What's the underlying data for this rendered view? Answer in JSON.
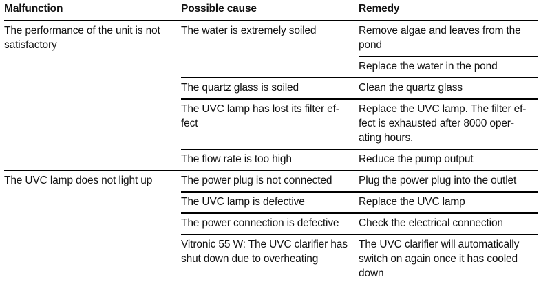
{
  "table": {
    "headers": [
      "Malfunction",
      "Possible cause",
      "Remedy"
    ],
    "groups": [
      {
        "malfunction": "The performance of the unit is not satisfactory",
        "causes": [
          {
            "cause": "The water is extremely soiled",
            "remedies": [
              "Remove algae and leaves from the pond",
              "Replace the water in the pond"
            ]
          },
          {
            "cause": "The quartz glass is soiled",
            "remedies": [
              "Clean the quartz glass"
            ]
          },
          {
            "cause": "The UVC lamp has lost its filter ef­fect",
            "remedies": [
              "Replace the UVC lamp. The filter ef­fect is exhausted after 8000 oper­ating hours."
            ]
          },
          {
            "cause": "The flow rate is too high",
            "remedies": [
              "Reduce the pump output"
            ]
          }
        ]
      },
      {
        "malfunction": "The UVC lamp does not light up",
        "causes": [
          {
            "cause": "The power plug is not connected",
            "remedies": [
              "Plug the power plug into the outlet"
            ]
          },
          {
            "cause": "The UVC lamp is defective",
            "remedies": [
              "Replace the UVC lamp"
            ]
          },
          {
            "cause": "The power connection is defective",
            "remedies": [
              "Check the electrical connection"
            ]
          },
          {
            "cause": "Vitronic 55 W: The UVC clarifier has shut down due to overheating",
            "remedies": [
              "The UVC clarifier will automatically switch on again once it has cooled down"
            ]
          }
        ]
      }
    ]
  }
}
